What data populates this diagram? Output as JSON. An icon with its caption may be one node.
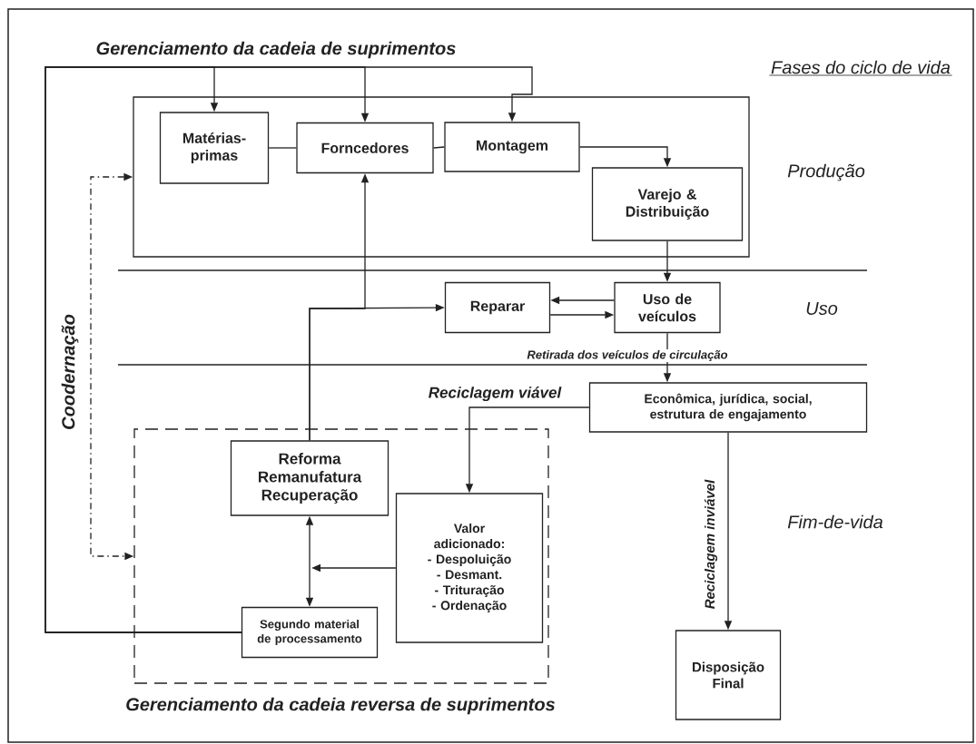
{
  "diagram": {
    "nodes": [
      {
        "text": [],
        "shape": "box"
      },
      {
        "text": [
          "Matérias-primas"
        ],
        "in": 0
      },
      {
        "text": [
          "Forncedores"
        ],
        "in": 0
      },
      {
        "text": [
          "Montagem"
        ],
        "in": 0
      },
      {
        "text": [
          "Varejo & Distribuição"
        ],
        "in": 0
      },
      {
        "text": [
          "Reparar"
        ]
      },
      {
        "text": [
          "Uso de veículos"
        ]
      },
      {
        "text": [
          "Econômica, jurídica, social, estrutura de engajamento"
        ]
      },
      {
        "text": [],
        "shape": "box"
      },
      {
        "text": [
          "Reforma Remanufatura Recuperação"
        ],
        "in": 8
      },
      {
        "text": [
          "Valor adicionado:",
          "- Despoluição",
          "- Desmant.",
          "- Trituração",
          "- Ordenação"
        ],
        "in": 8
      },
      {
        "text": [
          "Segundo material de processamento"
        ],
        "in": 8
      },
      {
        "text": [
          "Disposição Final"
        ]
      }
    ],
    "edges": [
      {
        "from": 11,
        "to": 1,
        "arrow": "to"
      },
      {
        "from": 11,
        "to": 2,
        "arrow": "to"
      },
      {
        "from": 11,
        "to": 3,
        "arrow": "to"
      },
      {
        "from": 1,
        "to": 2,
        "arrow": "none"
      },
      {
        "from": 2,
        "to": 3,
        "arrow": "none"
      },
      {
        "from": 3,
        "to": 4,
        "arrow": "to"
      },
      {
        "from": 4,
        "to": 6,
        "arrow": "to"
      },
      {
        "from": 6,
        "to": 5,
        "arrow": "to"
      },
      {
        "from": 5,
        "to": 6,
        "arrow": "to"
      },
      {
        "from": 6,
        "to": 7,
        "arrow": "to",
        "label": "Retirada dos veículos de circulação"
      },
      {
        "from": 7,
        "to": 10,
        "arrow": "to",
        "label": "Reciclagem viável"
      },
      {
        "from": 7,
        "to": 12,
        "arrow": "to",
        "label": "Reciclagem inviável"
      },
      {
        "from": 9,
        "to": 5,
        "arrow": "to"
      },
      {
        "from": 9,
        "to": 2,
        "arrow": "to"
      },
      {
        "from": 9,
        "to": 11,
        "arrow": "both"
      },
      {
        "from": 10,
        "to": null,
        "arrow": "to"
      },
      {
        "from": 0,
        "to": 8,
        "arrow": "both",
        "style": "dashed",
        "label": "Coodernação"
      }
    ],
    "labels": [
      "Gerenciamento da cadeia de suprimentos",
      "Fases do ciclo de vida",
      "Produção",
      "Uso",
      "Fim-de-vida",
      "Gerenciamento da cadeia reversa de suprimentos"
    ]
  }
}
